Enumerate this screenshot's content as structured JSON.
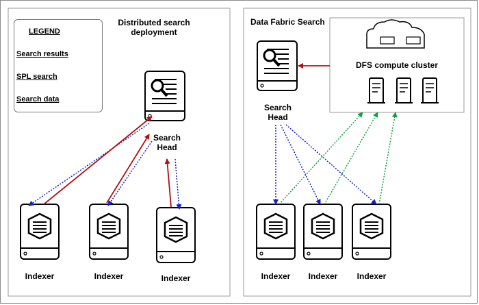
{
  "left_panel": {
    "title_line1": "Distributed search",
    "title_line2": "deployment",
    "search_head_line1": "Search",
    "search_head_line2": "Head",
    "indexers": [
      "Indexer",
      "Indexer",
      "Indexer"
    ]
  },
  "legend": {
    "title": "LEGEND",
    "items": [
      {
        "label": "Search results",
        "color": "#b01010",
        "style": "solid"
      },
      {
        "label": "SPL  search",
        "color": "#1020d0",
        "style": "dotted"
      },
      {
        "label": "Search data",
        "color": "#10a040",
        "style": "dotted"
      }
    ]
  },
  "right_panel": {
    "title": "Data Fabric Search",
    "cluster_label": "DFS compute cluster",
    "search_head_line1": "Search",
    "search_head_line2": "Head",
    "indexers": [
      "Indexer",
      "Indexer",
      "Indexer"
    ]
  },
  "colors": {
    "results": "#b01010",
    "spl": "#1020d0",
    "data": "#10a040"
  }
}
